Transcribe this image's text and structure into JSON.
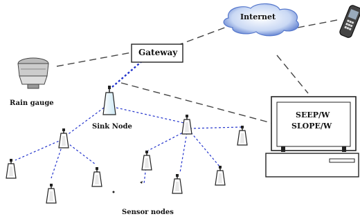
{
  "labels": {
    "internet": "Internet",
    "gateway": "Gateway",
    "rain_gauge": "Rain gauge",
    "sink_node": "Sink Node",
    "sensor_nodes": "Sensor nodes",
    "software_line1": "SEEP/W",
    "software_line2": "SLOPE/W"
  },
  "colors": {
    "wireless_link": "#2233cc",
    "wired_link": "#444444",
    "cloud": "#5577cc",
    "node_body": "#cce8f4",
    "outline": "#222222"
  },
  "icons": [
    "cloud-icon",
    "mobile-phone-icon",
    "gateway-box",
    "rain-gauge-icon",
    "sink-node-icon",
    "sensor-node-icon",
    "computer-monitor-icon"
  ]
}
